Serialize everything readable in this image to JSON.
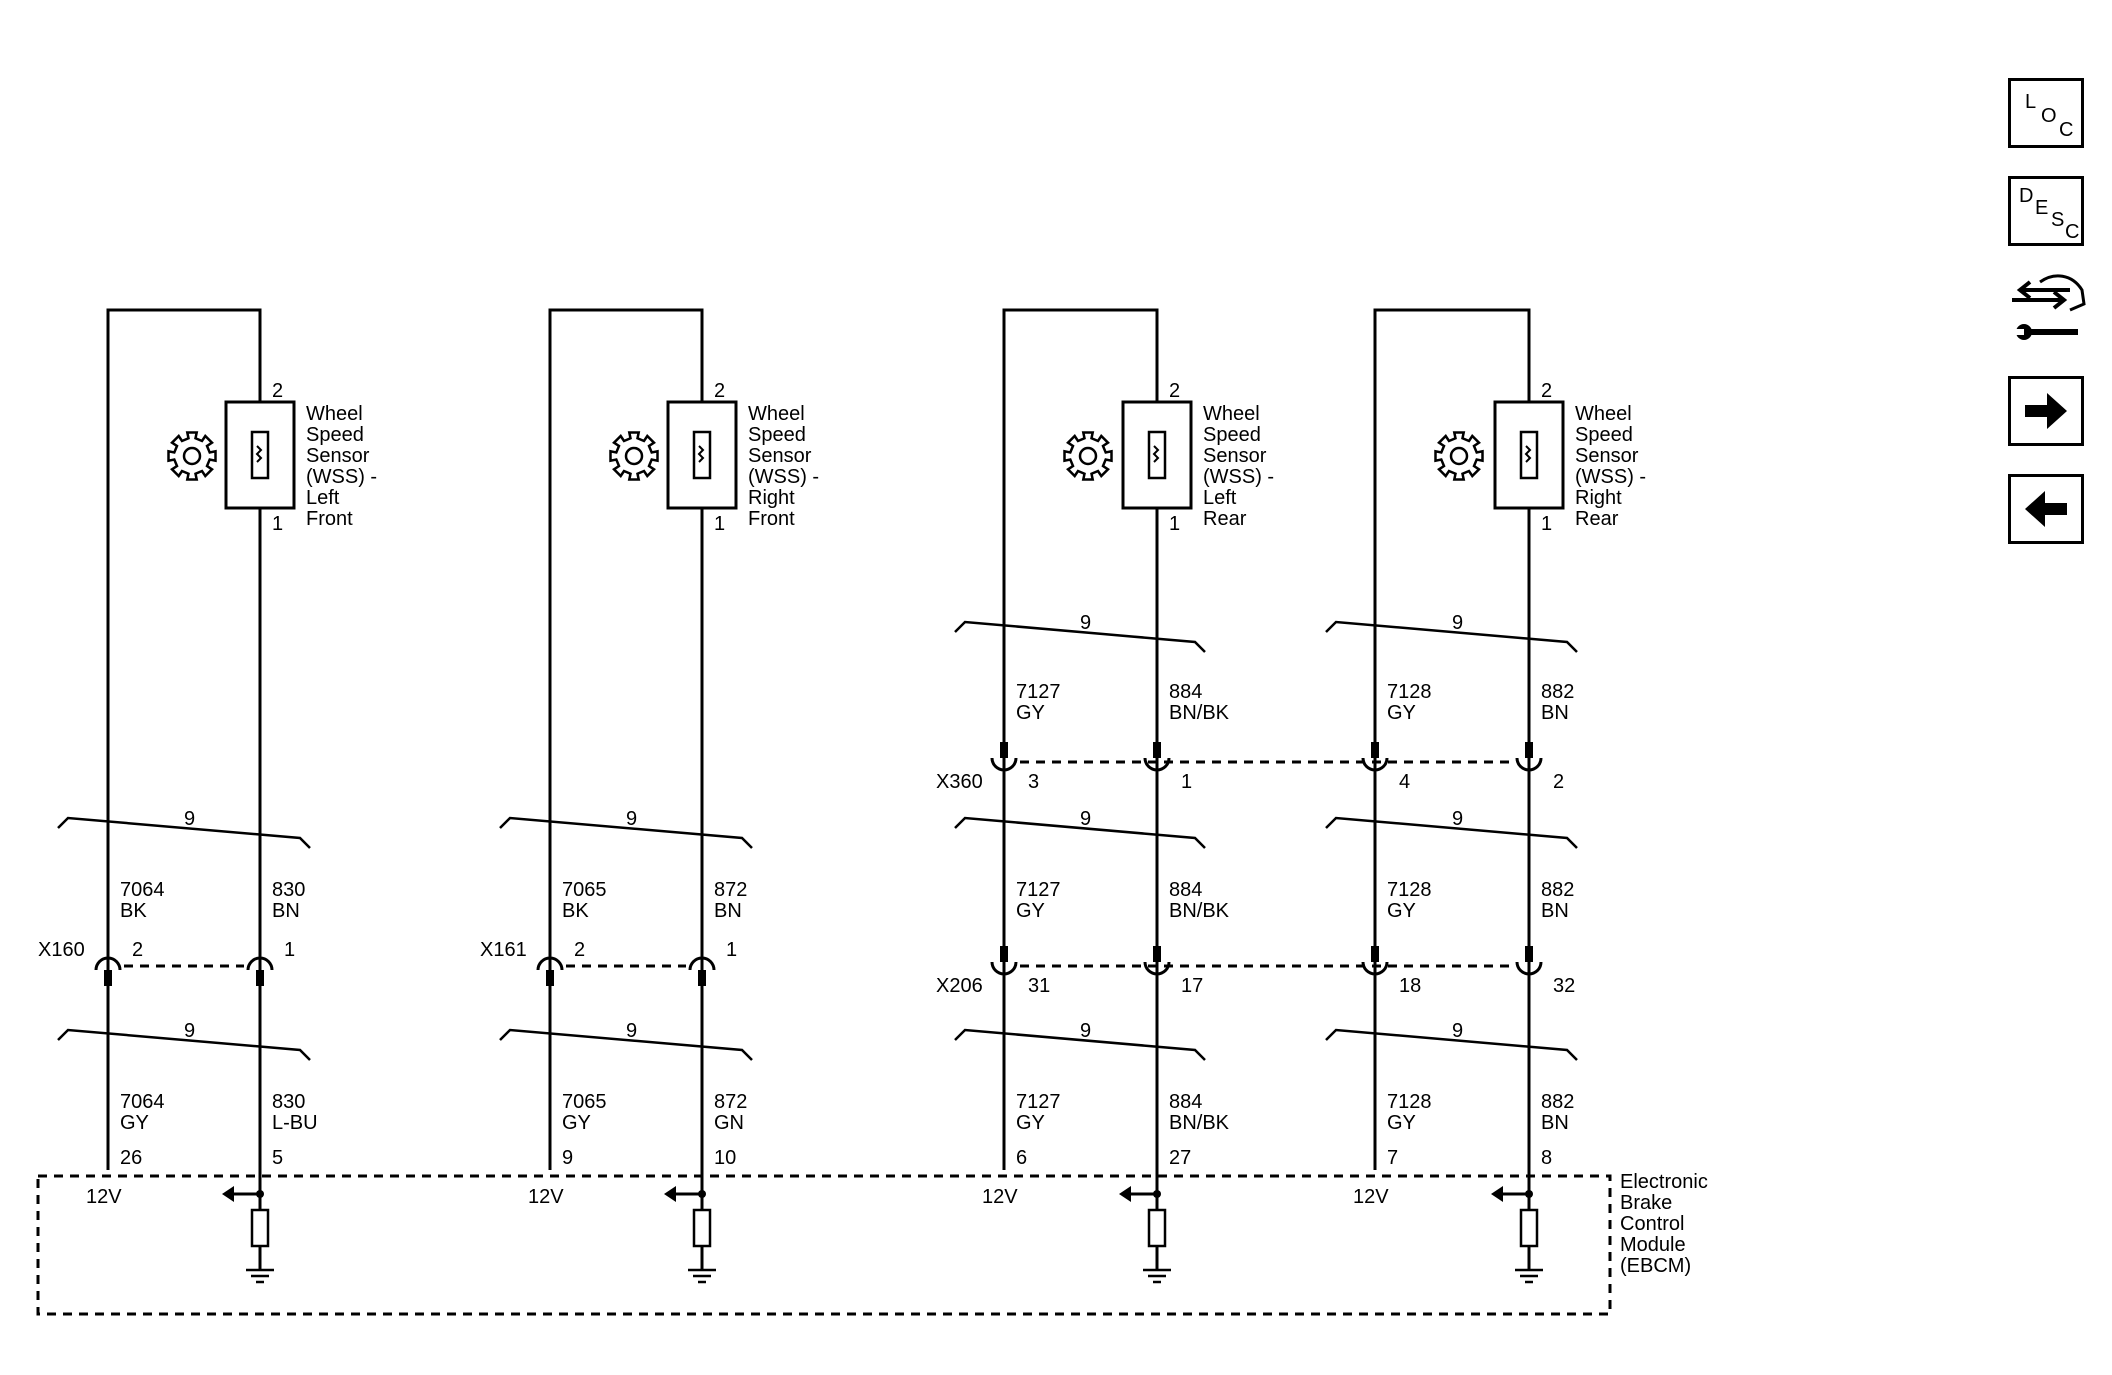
{
  "sensors": [
    {
      "pin_top": "2",
      "pin_bottom": "1",
      "label": [
        "Wheel",
        "Speed",
        "Sensor",
        "(WSS) -",
        "Left",
        "Front"
      ]
    },
    {
      "pin_top": "2",
      "pin_bottom": "1",
      "label": [
        "Wheel",
        "Speed",
        "Sensor",
        "(WSS) -",
        "Right",
        "Front"
      ]
    },
    {
      "pin_top": "2",
      "pin_bottom": "1",
      "label": [
        "Wheel",
        "Speed",
        "Sensor",
        "(WSS) -",
        "Left",
        "Rear"
      ]
    },
    {
      "pin_top": "2",
      "pin_bottom": "1",
      "label": [
        "Wheel",
        "Speed",
        "Sensor",
        "(WSS) -",
        "Right",
        "Rear"
      ]
    }
  ],
  "harness": {
    "bundle_label": "9"
  },
  "wires_upper_rear": [
    {
      "circuit": "7127",
      "color": "GY"
    },
    {
      "circuit": "884",
      "color": "BN/BK"
    },
    {
      "circuit": "7128",
      "color": "GY"
    },
    {
      "circuit": "882",
      "color": "BN"
    }
  ],
  "connector_x360": {
    "name": "X360",
    "pins": [
      "3",
      "1",
      "4",
      "2"
    ]
  },
  "wires_mid": [
    {
      "circuit": "7064",
      "color": "BK"
    },
    {
      "circuit": "830",
      "color": "BN"
    },
    {
      "circuit": "7065",
      "color": "BK"
    },
    {
      "circuit": "872",
      "color": "BN"
    },
    {
      "circuit": "7127",
      "color": "GY"
    },
    {
      "circuit": "884",
      "color": "BN/BK"
    },
    {
      "circuit": "7128",
      "color": "GY"
    },
    {
      "circuit": "882",
      "color": "BN"
    }
  ],
  "connector_x160": {
    "name": "X160",
    "pins": [
      "2",
      "1"
    ]
  },
  "connector_x161": {
    "name": "X161",
    "pins": [
      "2",
      "1"
    ]
  },
  "connector_x206": {
    "name": "X206",
    "pins": [
      "31",
      "17",
      "18",
      "32"
    ]
  },
  "wires_lower": [
    {
      "circuit": "7064",
      "color": "GY"
    },
    {
      "circuit": "830",
      "color": "L-BU"
    },
    {
      "circuit": "7065",
      "color": "GY"
    },
    {
      "circuit": "872",
      "color": "GN"
    },
    {
      "circuit": "7127",
      "color": "GY"
    },
    {
      "circuit": "884",
      "color": "BN/BK"
    },
    {
      "circuit": "7128",
      "color": "GY"
    },
    {
      "circuit": "882",
      "color": "BN"
    }
  ],
  "ebcm": {
    "pins": [
      "26",
      "5",
      "9",
      "10",
      "6",
      "27",
      "7",
      "8"
    ],
    "supply_label": "12V",
    "label": [
      "Electronic",
      "Brake",
      "Control",
      "Module",
      "(EBCM)"
    ]
  },
  "nav": {
    "loc": [
      "L",
      "O",
      "C"
    ],
    "desc": [
      "D",
      "E",
      "S",
      "C"
    ]
  }
}
